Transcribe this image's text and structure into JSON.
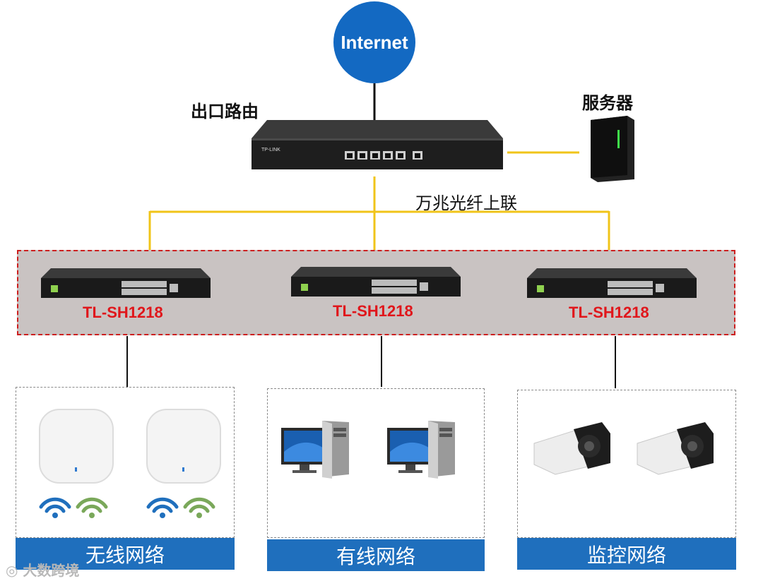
{
  "internet": {
    "label": "Internet"
  },
  "router": {
    "label": "出口路由",
    "brand": "TP-LINK"
  },
  "server": {
    "label": "服务器"
  },
  "uplink": {
    "label": "万兆光纤上联"
  },
  "switches": [
    {
      "model": "TL-SH1218"
    },
    {
      "model": "TL-SH1218"
    },
    {
      "model": "TL-SH1218"
    }
  ],
  "groups": [
    {
      "title": "无线网络",
      "device_icon": "access-point-icon"
    },
    {
      "title": "有线网络",
      "device_icon": "desktop-computer-icon"
    },
    {
      "title": "监控网络",
      "device_icon": "bullet-camera-icon"
    }
  ],
  "watermark": {
    "text": "大数跨境"
  },
  "colors": {
    "internet": "#1369c2",
    "fiber_link": "#f0c419",
    "switch_band": "#c9c3c2",
    "band_border": "#cc1f1f",
    "model_label": "#e0161b",
    "group_bar": "#1f6fbd"
  }
}
